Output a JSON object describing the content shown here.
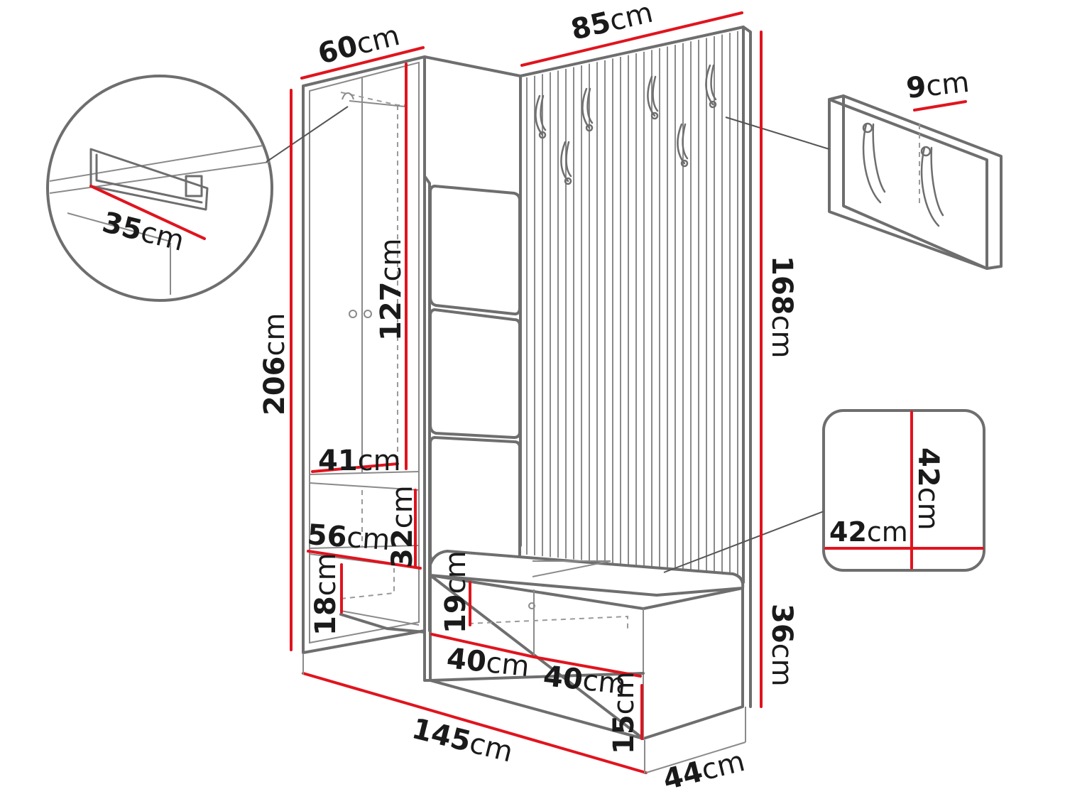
{
  "unit": "cm",
  "dimensions": {
    "cabinet_width": "60",
    "cabinet_height": "206",
    "cabinet_inner_height": "127",
    "cabinet_inner_width": "41",
    "cabinet_lower_width": "56",
    "cabinet_lower_height": "32",
    "cabinet_shelf_height": "18",
    "rail_length": "35",
    "panel_width": "85",
    "panel_height": "168",
    "panel_depth": "9",
    "cushion_height": "42",
    "cushion_width": "42",
    "bench_shelf_height": "19",
    "bench_compartment_1": "40",
    "bench_compartment_2": "40",
    "bench_leg_height": "15",
    "bench_height": "36",
    "bench_depth": "44",
    "total_width": "145"
  }
}
